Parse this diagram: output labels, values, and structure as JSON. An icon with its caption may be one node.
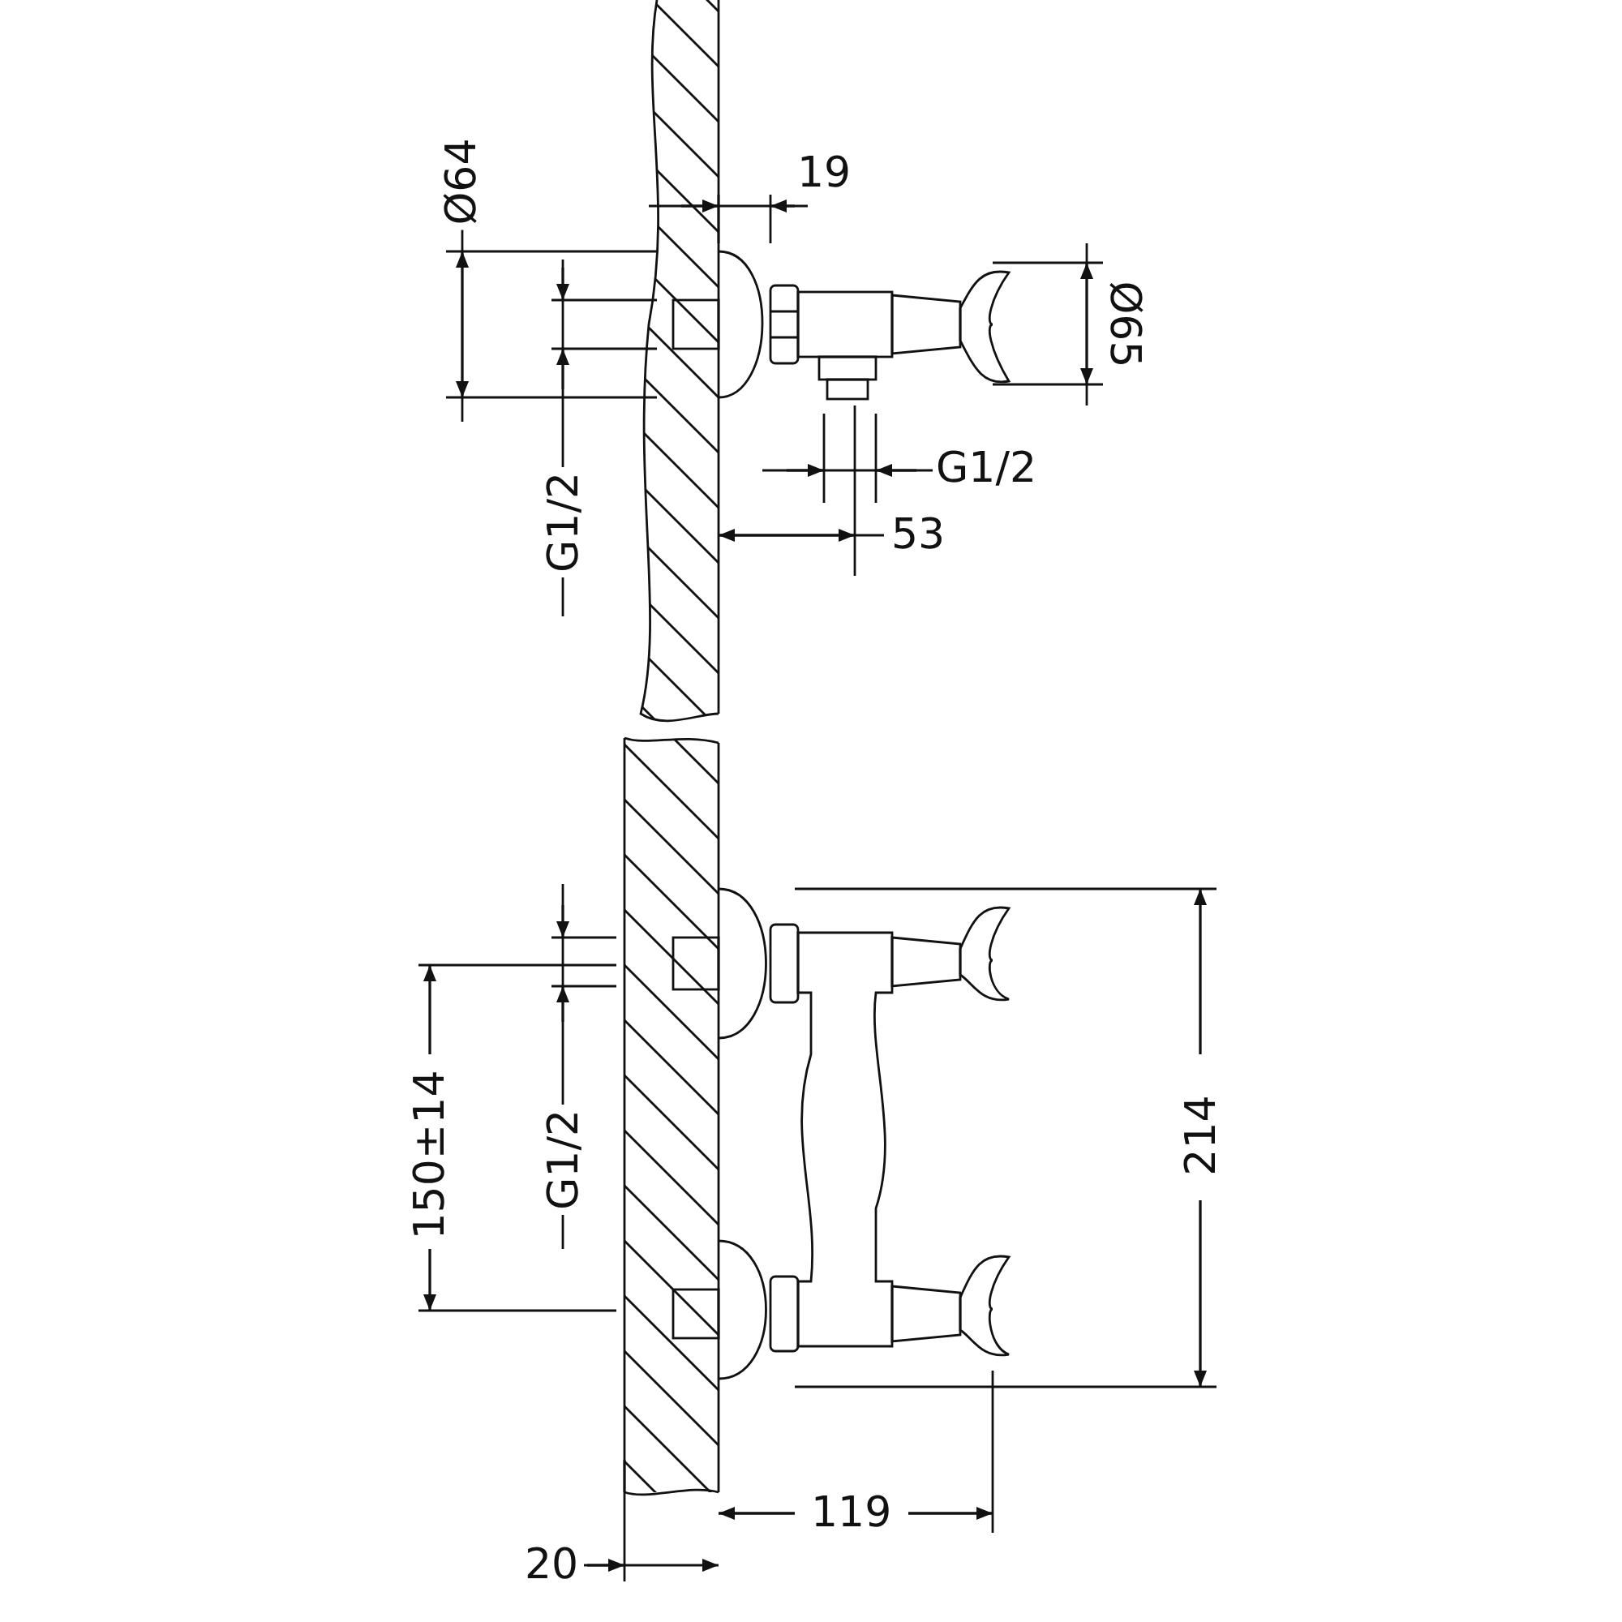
{
  "diagram": {
    "labels": [
      "Ø64",
      "19",
      "Ø65",
      "G1/2",
      "G1/2",
      "53",
      "G1/2",
      "150±14",
      "214",
      "119",
      "20"
    ]
  }
}
